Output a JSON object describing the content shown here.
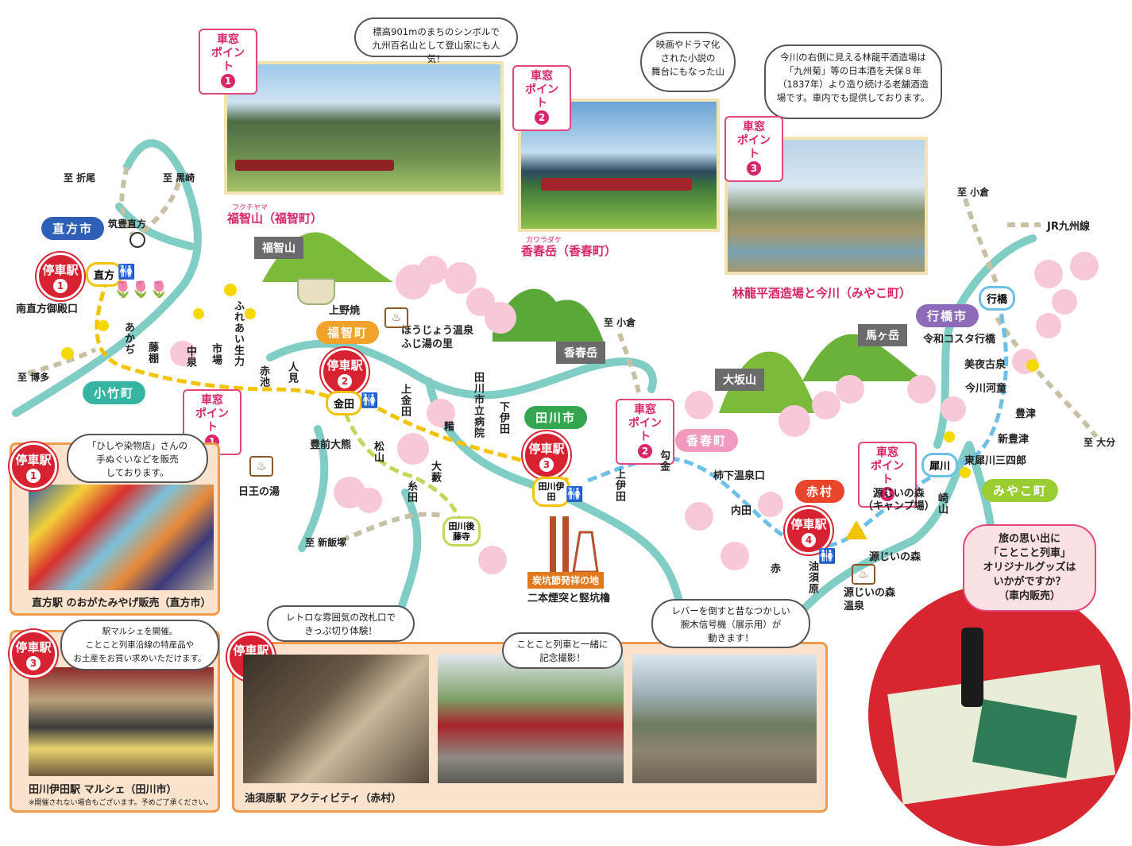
{
  "map": {
    "ruby": {
      "fukuchi": "フクチヤマ",
      "kawara": "カワラダケ"
    },
    "points": {
      "label": "車窓\nポイント",
      "p1_num": "1",
      "p2_num": "2",
      "p3_num": "3"
    },
    "photo1": {
      "title": "福智山（福智町）",
      "bubble": "標高901mのまちのシンボルで\n九州百名山として登山家にも人気！"
    },
    "photo2": {
      "title": "香春岳（香春町）",
      "bubble": "映画やドラマ化\nされた小説の\n舞台にもなった山"
    },
    "photo3": {
      "title": "林龍平酒造場と今川（みやこ町）",
      "bubble": "今川の右側に見える林龍平酒造場は\n「九州菊」等の日本酒を天保８年\n（1837年）より造り続ける老舗酒造\n場です。車内でも提供しております。"
    },
    "directions": {
      "orio": "至 折尾",
      "kurosaki": "至 黒崎",
      "hakata": "至 博多",
      "kokura1": "至 小倉",
      "kokura2": "至 小倉",
      "shiniizuka": "至 新飯塚",
      "oita": "至 大分"
    },
    "jr_legend": "JR九州線",
    "municipalities": {
      "nogata": "直方市",
      "kotake": "小竹町",
      "fukuchi": "福智町",
      "tagawa": "田川市",
      "kawara": "香春町",
      "akamura": "赤村",
      "yukuhashi": "行橋市",
      "miyako": "みやこ町"
    },
    "mountains": {
      "fukuchi": "福智山",
      "kawara": "香春岳",
      "osaka": "大坂山",
      "umagatake": "馬ヶ岳"
    },
    "stop_label": "停車駅",
    "stops": {
      "s1": "1",
      "s2": "2",
      "s3": "3",
      "s4": "4"
    },
    "stations": {
      "chikuhou_nogata": "筑豊直方",
      "nogata": "直方",
      "minaminogata": "南直方御殿口",
      "akaji": "あかぢ",
      "fujitana": "藤棚",
      "nakaizumi": "中泉",
      "ichiba": "市場",
      "fureai": "ふれあい生力",
      "akaike": "赤池",
      "hitomi": "人見",
      "kanada": "金田",
      "kamikanada": "上金田",
      "buzenokuma": "豊前大熊",
      "matsuyama": "松山",
      "itoda": "糸田",
      "ooyabu": "大藪",
      "tagawagotoji": "田川後藤寺",
      "hukuro": "糒",
      "byouin": "田川市立病院",
      "shimoita": "下伊田",
      "tagawaita": "田川伊田",
      "kamiita": "上伊田",
      "magari": "勾金",
      "kakinoshita": "柿下温泉口",
      "uchida": "内田",
      "aka": "赤",
      "aburasuhara": "油須原",
      "genjiinomori_camp": "源じいの森\n（キャンプ場）",
      "genjiinomori": "源じいの森",
      "sakiyama": "崎山",
      "saigawa": "犀川",
      "higashisaigawa": "東犀川三四郎",
      "shintoyotsu": "新豊津",
      "toyotsu": "豊津",
      "imagawakappa": "今川河童",
      "miyakokokeda": "美夜古泉",
      "reiwa": "令和コスタ行橋",
      "yukuhashi": "行橋"
    },
    "spots": {
      "agano": "上野焼",
      "houjou": "ほうじょう温泉\nふじ湯の里",
      "hiou": "日王の湯",
      "tankou_tag": "炭坑節発祥の地",
      "tankou": "二本煙突と竪坑櫓",
      "genjii_onsen": "源じいの森\n温泉"
    },
    "bubbles": {
      "retro": "レトロな雰囲気の改札口で\nきっぷ切り体験！",
      "kinen": "ことこと列車と一緒に\n記念撮影！",
      "lever": "レバーを倒すと昔なつかしい\n腕木信号機（展示用）が\n動きます！",
      "goods": "旅の思い出に\n「ことこと列車」\nオリジナルグッズは\nいかがですか？\n（車内販売）"
    },
    "panels": {
      "p1": {
        "num": "1",
        "bubble": "「ひしや染物店」さんの\n手ぬぐいなどを販売\nしております。",
        "caption": "直方駅 のおがたみやげ販売（直方市）"
      },
      "p3": {
        "num": "3",
        "bubble": "駅マルシェを開催。\nことこと列車沿線の特産品や\nお土産をお買い求めいただけます。",
        "caption": "田川伊田駅 マルシェ（田川市）",
        "note": "※開催されない場合もございます。予めご了承ください。"
      },
      "p4": {
        "num": "4",
        "caption": "油須原駅 アクティビティ（赤村）"
      }
    },
    "colors": {
      "line": "#80cdc6",
      "heisei_line": "#f2c300",
      "accent": "#d92231",
      "point": "#d9256a",
      "panel": "#fbe2cc"
    }
  }
}
